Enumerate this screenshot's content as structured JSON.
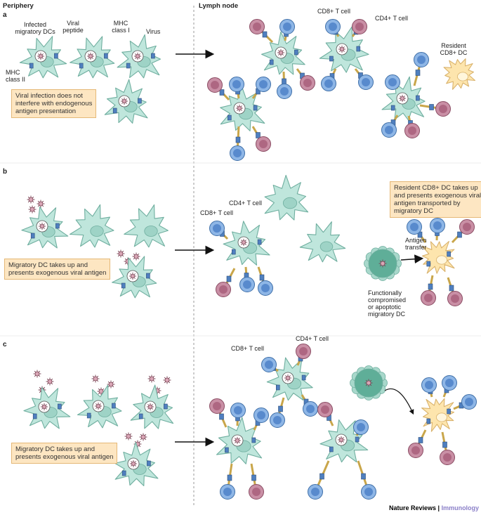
{
  "headers": {
    "left": "Periphery",
    "right": "Lymph node"
  },
  "panels": {
    "a": "a",
    "b": "b",
    "c": "c"
  },
  "labels_a": {
    "infected": [
      "Infected",
      "migratory DCs"
    ],
    "viral_peptide": [
      "Viral",
      "peptide"
    ],
    "mhc1": [
      "MHC",
      "class I"
    ],
    "virus": "Virus",
    "mhc2": [
      "MHC",
      "class II"
    ],
    "cd8": "CD8+ T cell",
    "cd4": "CD4+ T cell",
    "resident": [
      "Resident",
      "CD8+ DC"
    ]
  },
  "boxes": {
    "a": [
      "Viral infection does not",
      "interfere with endogenous",
      "antigen presentation"
    ],
    "b_left": [
      "Migratory DC takes up and",
      "presents exogenous viral antigen"
    ],
    "b_right": [
      "Resident CD8+ DC takes up",
      "and presents exogenous viral",
      "antigen transported by",
      "migratory DC"
    ],
    "c": [
      "Migratory DC takes up and",
      "presents exogenous viral antigen"
    ]
  },
  "labels_b": {
    "cd4": "CD4+ T cell",
    "cd8": "CD8+ T cell",
    "transfer": [
      "Antigen",
      "transfer"
    ],
    "compromised": [
      "Functionally",
      "compromised",
      "or apoptotic",
      "migratory DC"
    ]
  },
  "labels_c": {
    "cd8": "CD8+ T cell",
    "cd4": "CD4+ T cell"
  },
  "credit": {
    "journal": "Nature Reviews",
    "sep": " | ",
    "subject": "Immunology"
  },
  "colors": {
    "dc": "#bfe6dc",
    "dc_stroke": "#6fae9f",
    "nucleus": "#9ed3c6",
    "resident": "#fde5ad",
    "resident_stroke": "#d9b26c",
    "cd8": "#8eb6e6",
    "cd4": "#c98fa5",
    "box": "#fde6c2"
  }
}
